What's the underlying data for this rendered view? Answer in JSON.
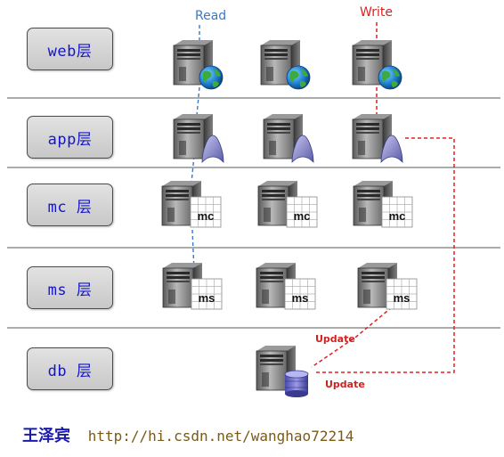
{
  "layers": [
    {
      "label": "web层"
    },
    {
      "label": "app层"
    },
    {
      "label": "mc 层"
    },
    {
      "label": "ms 层"
    },
    {
      "label": "db 层"
    }
  ],
  "flow": {
    "read_label": "Read",
    "write_label": "Write",
    "update_label_1": "Update",
    "update_label_2": "Update"
  },
  "server_badges": {
    "mc": "mc",
    "ms": "ms"
  },
  "colors": {
    "layer_text": "#1515c8",
    "read_line": "#3a78c8",
    "write_line": "#e02020",
    "divider": "#7a7a7a"
  },
  "icons": [
    "server-icon",
    "globe-icon",
    "app-shape-icon",
    "mc-grid-icon",
    "ms-grid-icon",
    "database-icon"
  ],
  "footer": {
    "author": "王泽宾",
    "url": "http://hi.csdn.net/wanghao72214"
  }
}
